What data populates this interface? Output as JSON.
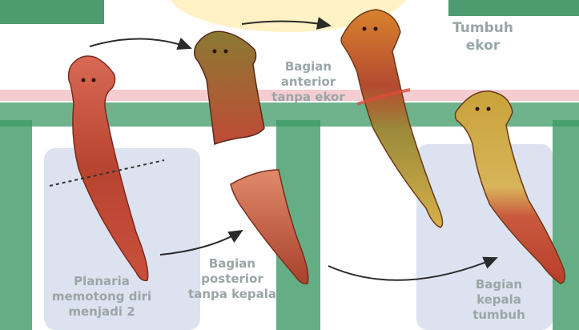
{
  "labels": {
    "anterior": "Bagian\nanterior\ntanpa ekor",
    "tail_grows": "Tumbuh\nekor",
    "planaria": "Planaria\nmemotong diri\nmenjadi 2",
    "posterior": "Bagian\nposterior\ntanpa kepala",
    "head_grows": "Bagian\nkepala\ntumbuh"
  },
  "colors": {
    "label_text": "#9aa6a6",
    "watermark_green": "#2e8a55",
    "panel_blue": "#dde2f0",
    "watermark_gold": "#fff2c4",
    "worm_red": "#c9503c",
    "worm_green": "#9b8a3a",
    "worm_yellow": "#d6a23c",
    "arrow": "#2b2b2b"
  }
}
